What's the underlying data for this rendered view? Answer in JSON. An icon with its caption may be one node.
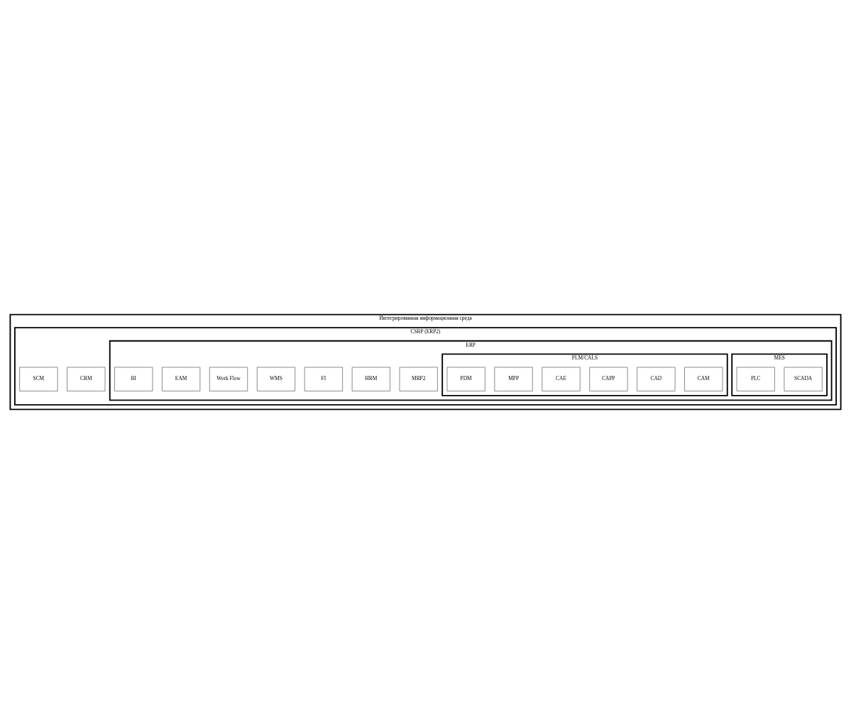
{
  "diagram": {
    "nodes": [
      {
        "text": [
          "Интегрированная информационная среда"
        ]
      },
      {
        "text": [
          "CSRP (ERP2)"
        ],
        "in": 0
      },
      {
        "text": [
          "ERP"
        ],
        "in": 1
      },
      {
        "text": [
          "MRP2"
        ],
        "in": 2
      },
      {
        "text": [
          "MES"
        ],
        "in": 2
      },
      {
        "text": [
          "SCADA"
        ],
        "in": 4
      },
      {
        "text": [
          "PLC"
        ],
        "in": 4
      },
      {
        "text": [
          "HRM"
        ],
        "in": 2
      },
      {
        "text": [
          "FI"
        ],
        "in": 2
      },
      {
        "text": [
          "WMS"
        ],
        "in": 2
      },
      {
        "text": [
          "Work Flow"
        ],
        "in": 2
      },
      {
        "text": [
          "PLM/CALS"
        ],
        "in": 2
      },
      {
        "text": [
          "CAM"
        ],
        "in": 11
      },
      {
        "text": [
          "CAD"
        ],
        "in": 11
      },
      {
        "text": [
          "CAPP"
        ],
        "in": 11
      },
      {
        "text": [
          "CAE"
        ],
        "in": 11
      },
      {
        "text": [
          "MPP"
        ],
        "in": 11
      },
      {
        "text": [
          "PDM"
        ],
        "in": 11
      },
      {
        "text": [
          "EAM"
        ],
        "in": 2
      },
      {
        "text": [
          "BI"
        ],
        "in": 2
      },
      {
        "text": [
          "CRM"
        ],
        "in": 1
      },
      {
        "text": [
          "SCM"
        ],
        "in": 1
      }
    ]
  }
}
